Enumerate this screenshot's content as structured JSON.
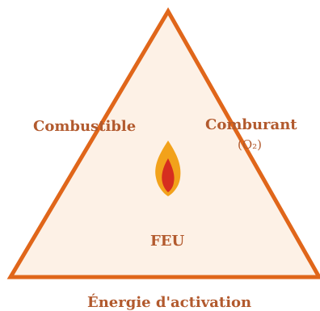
{
  "diagram": {
    "left_label": "Combustible",
    "right_label": "Comburant",
    "right_sublabel": "(O₂)",
    "center_label": "FEU",
    "bottom_label": "Énergie d'activation"
  },
  "colors": {
    "triangle_stroke": "#e0661a",
    "triangle_fill": "#fdf1e6",
    "label_text": "#b25a2e",
    "flame_outer": "#f2a21b",
    "flame_inner": "#d62e1f"
  },
  "icons": {
    "flame": "flame-icon"
  }
}
